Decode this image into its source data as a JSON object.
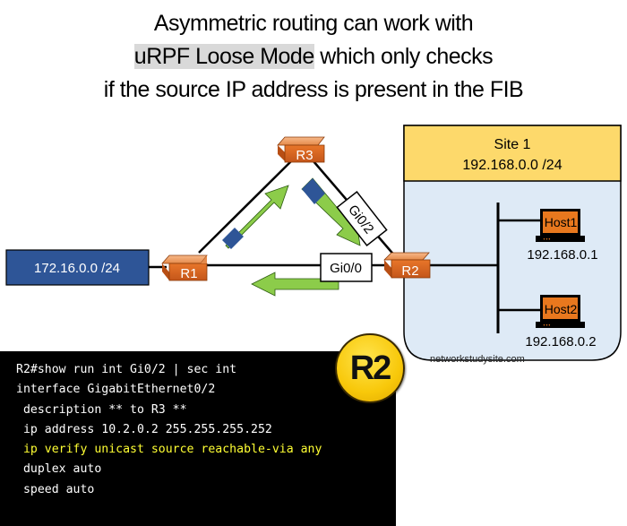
{
  "title": {
    "line1": "Asymmetric routing can work with",
    "line2_highlight": "uRPF Loose Mode",
    "line2_rest": " which only checks",
    "line3": "if the source IP address is present in the FIB"
  },
  "network": {
    "lan_left": "172.16.0.0 /24",
    "routers": {
      "r1": "R1",
      "r2": "R2",
      "r3": "R3"
    },
    "interfaces": {
      "gi0_0": "Gi0/0",
      "gi0_2": "Gi0/2"
    },
    "site": {
      "name": "Site 1",
      "subnet": "192.168.0.0 /24",
      "hosts": [
        {
          "name": "Host1",
          "ip": "192.168.0.1"
        },
        {
          "name": "Host2",
          "ip": "192.168.0.2"
        }
      ]
    }
  },
  "console": {
    "lines": [
      {
        "text": "R2#show run int Gi0/2 | sec int",
        "highlight": false
      },
      {
        "text": "interface GigabitEthernet0/2",
        "highlight": false
      },
      {
        "text": " description ** to R3 **",
        "highlight": false
      },
      {
        "text": " ip address 10.2.0.2 255.255.255.252",
        "highlight": false
      },
      {
        "text": " ip verify unicast source reachable-via any",
        "highlight": true
      },
      {
        "text": " duplex auto",
        "highlight": false
      },
      {
        "text": " speed auto",
        "highlight": false
      }
    ]
  },
  "badge": "R2",
  "watermark": "networkstudysite.com",
  "colors": {
    "router_orange": "#d86a20",
    "arrow_green": "#8ccc4a",
    "arrow_blue": "#2e5597",
    "lan_blue": "#2e5597",
    "site_header": "#fdd96b",
    "site_body": "#deeaf6",
    "console_yellow": "#ffff33"
  }
}
